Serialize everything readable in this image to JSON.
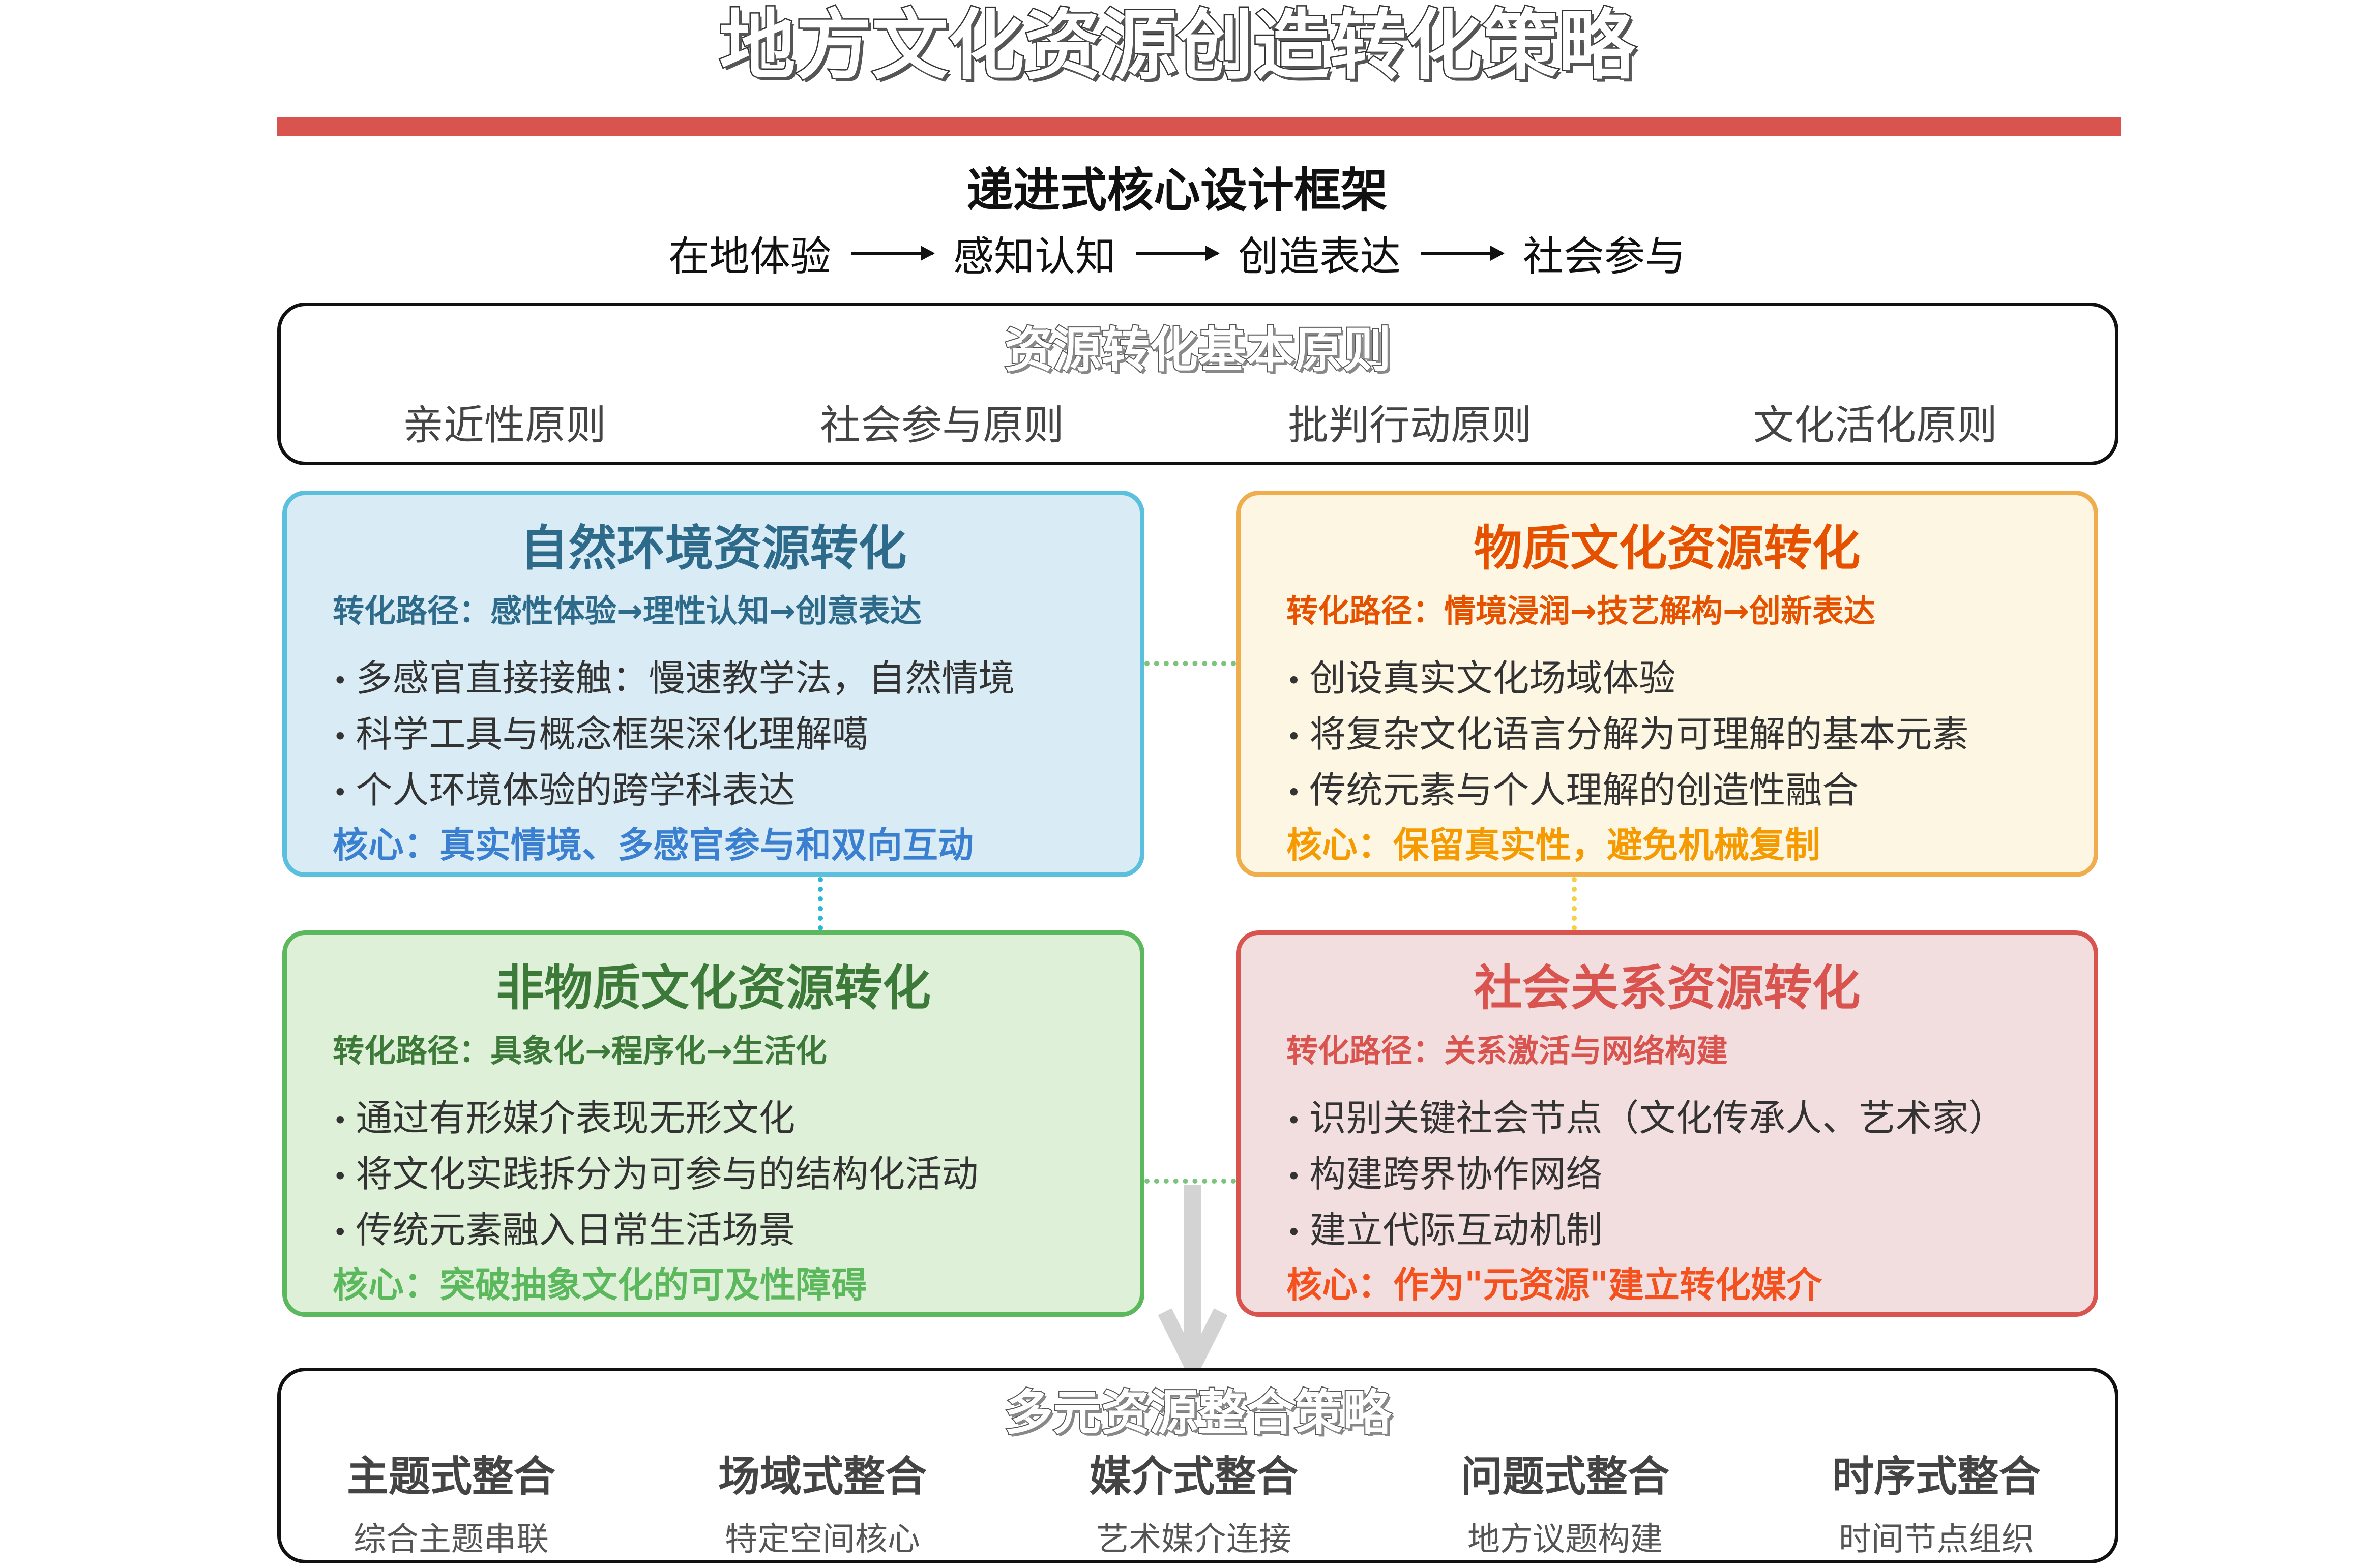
{
  "title": "地方文化资源创造转化策略",
  "framework": {
    "title": "递进式核心设计框架",
    "steps": [
      "在地体验",
      "感知认知",
      "创造表达",
      "社会参与"
    ]
  },
  "principles": {
    "title": "资源转化基本原则",
    "items": [
      "亲近性原则",
      "社会参与原则",
      "批判行动原则",
      "文化活化原则"
    ]
  },
  "cards": [
    {
      "title": "自然环境资源转化",
      "path": "转化路径：感性体验→理性认知→创意表达",
      "bullets": [
        "多感官直接接触：慢速教学法，自然情境",
        "科学工具与概念框架深化理解噶",
        "个人环境体验的跨学科表达"
      ],
      "core": "核心：真实情境、多感官参与和双向互动",
      "color": "#5bc0de"
    },
    {
      "title": "物质文化资源转化",
      "path": "转化路径：情境浸润→技艺解构→创新表达",
      "bullets": [
        "创设真实文化场域体验",
        "将复杂文化语言分解为可理解的基本元素",
        "传统元素与个人理解的创造性融合"
      ],
      "core": "核心：保留真实性，避免机械复制",
      "color": "#f0ad4e"
    },
    {
      "title": "非物质文化资源转化",
      "path": "转化路径：具象化→程序化→生活化",
      "bullets": [
        "通过有形媒介表现无形文化",
        "将文化实践拆分为可参与的结构化活动",
        "传统元素融入日常生活场景"
      ],
      "core": "核心：突破抽象文化的可及性障碍",
      "color": "#5cb85c"
    },
    {
      "title": "社会关系资源转化",
      "path": "转化路径：关系激活与网络构建",
      "bullets": [
        "识别关键社会节点（文化传承人、艺术家）",
        "构建跨界协作网络",
        "建立代际互动机制"
      ],
      "core": "核心：作为\"元资源\"建立转化媒介",
      "color": "#d9534f"
    }
  ],
  "integration": {
    "title": "多元资源整合策略",
    "items": [
      {
        "name": "主题式整合",
        "desc": "综合主题串联"
      },
      {
        "name": "场域式整合",
        "desc": "特定空间核心"
      },
      {
        "name": "媒介式整合",
        "desc": "艺术媒介连接"
      },
      {
        "name": "问题式整合",
        "desc": "地方议题构建"
      },
      {
        "name": "时序式整合",
        "desc": "时间节点组织"
      }
    ]
  }
}
